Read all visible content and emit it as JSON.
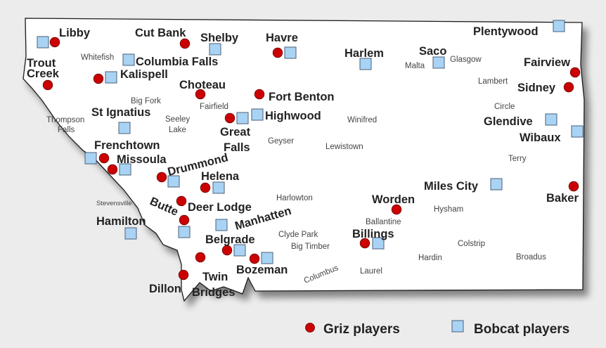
{
  "colors": {
    "griz": "#cc0000",
    "bobcat": "#a9d3f4",
    "state_fill": "#ffffff",
    "background": "#ececec"
  },
  "legend": {
    "griz_label": "Griz players",
    "bobcat_label": "Bobcat players"
  },
  "cities": [
    {
      "id": "libby",
      "label": "Libby"
    },
    {
      "id": "trout-creek",
      "label": "Trout Creek"
    },
    {
      "id": "cut-bank",
      "label": "Cut Bank"
    },
    {
      "id": "shelby",
      "label": "Shelby"
    },
    {
      "id": "havre",
      "label": "Havre"
    },
    {
      "id": "plentywood",
      "label": "Plentywood"
    },
    {
      "id": "columbia-falls",
      "label": "Columbia Falls"
    },
    {
      "id": "kalispell",
      "label": "Kalispell"
    },
    {
      "id": "harlem",
      "label": "Harlem"
    },
    {
      "id": "saco",
      "label": "Saco"
    },
    {
      "id": "fairview",
      "label": "Fairview"
    },
    {
      "id": "sidney",
      "label": "Sidney"
    },
    {
      "id": "choteau",
      "label": "Choteau"
    },
    {
      "id": "fort-benton",
      "label": "Fort Benton"
    },
    {
      "id": "st-ignatius",
      "label": "St Ignatius"
    },
    {
      "id": "highwood",
      "label": "Highwood"
    },
    {
      "id": "great-falls",
      "label": "Great Falls"
    },
    {
      "id": "glendive",
      "label": "Glendive"
    },
    {
      "id": "wibaux",
      "label": "Wibaux"
    },
    {
      "id": "frenchtown",
      "label": "Frenchtown"
    },
    {
      "id": "missoula",
      "label": "Missoula"
    },
    {
      "id": "drummond",
      "label": "Drummond"
    },
    {
      "id": "helena",
      "label": "Helena"
    },
    {
      "id": "miles-city",
      "label": "Miles City"
    },
    {
      "id": "baker",
      "label": "Baker"
    },
    {
      "id": "butte",
      "label": "Butte"
    },
    {
      "id": "deer-lodge",
      "label": "Deer Lodge"
    },
    {
      "id": "worden",
      "label": "Worden"
    },
    {
      "id": "hamilton",
      "label": "Hamilton"
    },
    {
      "id": "manhatten",
      "label": "Manhatten"
    },
    {
      "id": "belgrade",
      "label": "Belgrade"
    },
    {
      "id": "billings",
      "label": "Billings"
    },
    {
      "id": "bozeman",
      "label": "Bozeman"
    },
    {
      "id": "twin-bridges",
      "label": "Twin Bridges"
    },
    {
      "id": "dillon",
      "label": "Dillon"
    }
  ],
  "towns": [
    {
      "id": "whitefish",
      "label": "Whitefish"
    },
    {
      "id": "glasgow",
      "label": "Glasgow"
    },
    {
      "id": "malta",
      "label": "Malta"
    },
    {
      "id": "lambert",
      "label": "Lambert"
    },
    {
      "id": "big-fork",
      "label": "Big Fork"
    },
    {
      "id": "fairfield",
      "label": "Fairfield"
    },
    {
      "id": "thompson-falls",
      "label": "Thompson Falls"
    },
    {
      "id": "seeley-lake",
      "label": "Seeley Lake"
    },
    {
      "id": "winifred",
      "label": "Winifred"
    },
    {
      "id": "circle",
      "label": "Circle"
    },
    {
      "id": "geyser",
      "label": "Geyser"
    },
    {
      "id": "lewistown",
      "label": "Lewistown"
    },
    {
      "id": "terry",
      "label": "Terry"
    },
    {
      "id": "stevensville",
      "label": "Stevensville"
    },
    {
      "id": "harlowton",
      "label": "Harlowton"
    },
    {
      "id": "hysham",
      "label": "Hysham"
    },
    {
      "id": "ballantine",
      "label": "Ballantine"
    },
    {
      "id": "clyde-park",
      "label": "Clyde Park"
    },
    {
      "id": "big-timber",
      "label": "Big Timber"
    },
    {
      "id": "colstrip",
      "label": "Colstrip"
    },
    {
      "id": "hardin",
      "label": "Hardin"
    },
    {
      "id": "broadus",
      "label": "Broadus"
    },
    {
      "id": "laurel",
      "label": "Laurel"
    },
    {
      "id": "columbus",
      "label": "Columbus"
    }
  ]
}
